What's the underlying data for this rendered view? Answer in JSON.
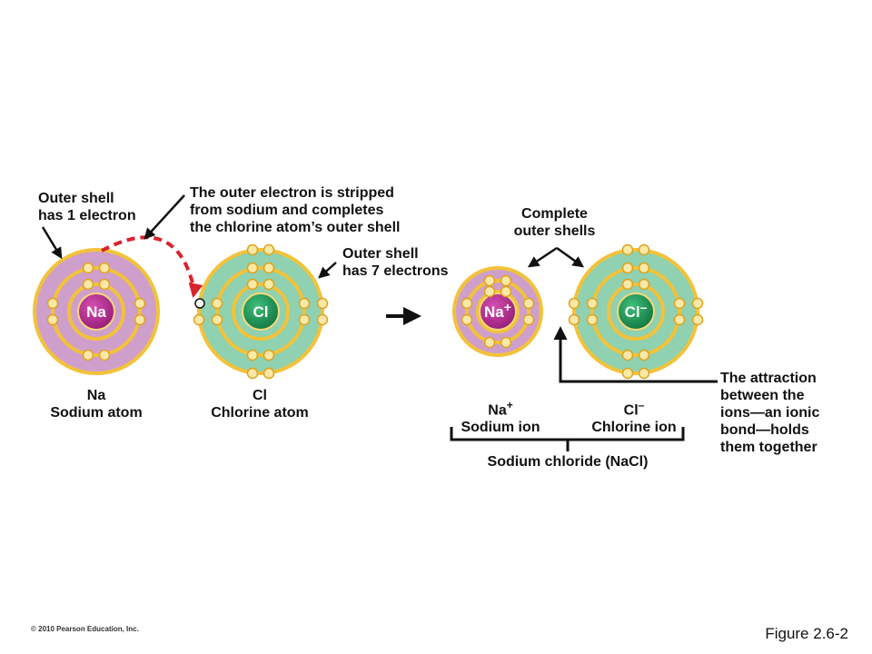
{
  "labels": {
    "outer_shell_1": [
      "Outer shell",
      "has 1 electron"
    ],
    "stripped": [
      "The outer electron is stripped",
      "from sodium and completes",
      "the chlorine atom’s outer shell"
    ],
    "outer_shell_7": [
      "Outer shell",
      "has 7 electrons"
    ],
    "complete_shells": [
      "Complete",
      "outer shells"
    ],
    "attraction": [
      "The attraction",
      "between the",
      "ions—an ionic",
      "bond—holds",
      "them together"
    ],
    "na_symbol": "Na",
    "na_name": "Sodium atom",
    "cl_symbol": "Cl",
    "cl_name": "Chlorine atom",
    "na_ion_symbol": "Na",
    "na_ion_charge": "+",
    "na_ion_name": "Sodium ion",
    "cl_ion_symbol": "Cl",
    "cl_ion_charge": "–",
    "cl_ion_name": "Chlorine ion",
    "compound": "Sodium chloride (NaCl)"
  },
  "nuclei": {
    "na": "Na",
    "cl": "Cl",
    "na_ion": "Na",
    "na_ion_charge": "+",
    "cl_ion": "Cl",
    "cl_ion_charge": "–"
  },
  "copyright": "© 2010 Pearson Education, Inc.",
  "figure_label": "Figure 2.6-2",
  "colors": {
    "sodium_fill": "#cf9fcc",
    "chlorine_fill": "#8fd1b0",
    "shell": "#f2c23a",
    "electron": "#f8e9a8",
    "nucleus_sodium": "#b02a8e",
    "nucleus_chlorine": "#1f9a5a",
    "transfer_arrow": "#d9232d"
  }
}
